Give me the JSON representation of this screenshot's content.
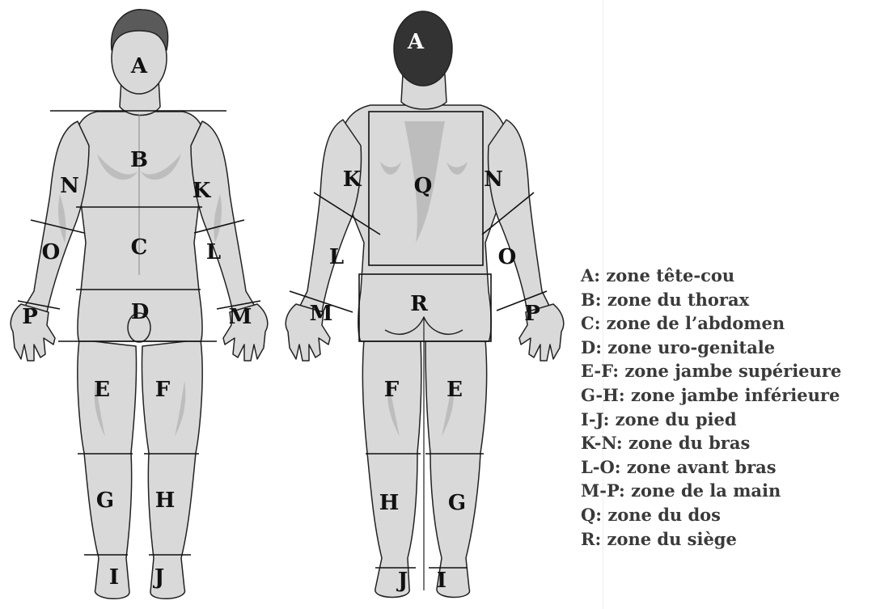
{
  "colors": {
    "skin": "#d9d9d9",
    "outline": "#222222",
    "muscle_shade": "#bdbdbd",
    "hair": "#5a5a5a",
    "hair_back": "#333333",
    "legend_text": "#3a3a3a"
  },
  "front_view": {
    "labels": {
      "A": "A",
      "B": "B",
      "C": "C",
      "D": "D",
      "E": "E",
      "F": "F",
      "G": "G",
      "H": "H",
      "I": "I",
      "J": "J",
      "K": "K",
      "L": "L",
      "M": "M",
      "N": "N",
      "O": "O",
      "P": "P"
    }
  },
  "back_view": {
    "labels": {
      "A": "A",
      "Q": "Q",
      "R": "R",
      "K": "K",
      "N": "N",
      "L": "L",
      "O": "O",
      "M": "M",
      "P": "P",
      "F": "F",
      "E": "E",
      "H": "H",
      "G": "G",
      "J": "J",
      "I": "I"
    }
  },
  "legend": [
    "A: zone tête-cou",
    "B: zone du thorax",
    "C: zone de l’abdomen",
    "D: zone uro-genitale",
    "E-F: zone jambe supérieure",
    "G-H: zone jambe inférieure",
    "I-J: zone du pied",
    "K-N: zone du bras",
    "L-O: zone avant bras",
    "M-P: zone de la main",
    "Q: zone du dos",
    "R: zone du siège"
  ]
}
